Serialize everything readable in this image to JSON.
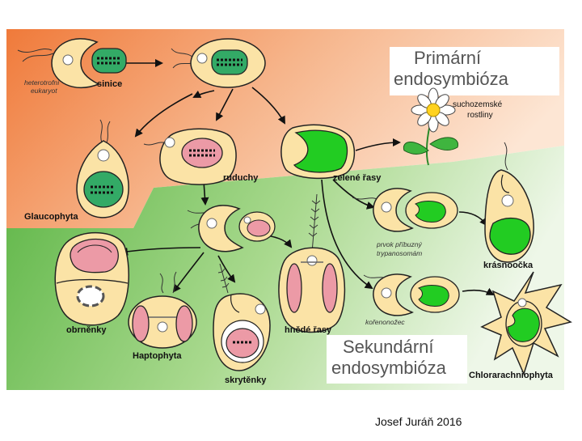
{
  "titles": {
    "primary_line1": "Primární",
    "primary_line2": "endosymbióza",
    "secondary_line1": "Sekundární",
    "secondary_line2": "endosymbióza"
  },
  "labels": {
    "heterotrophic_eukaryote_line1": "heterotrofní",
    "heterotrophic_eukaryote_line2": "eukaryot",
    "cyanobacteria": "sinice",
    "land_plants_line1": "suchozemské",
    "land_plants_line2": "rostliny",
    "red_algae": "ruduchy",
    "green_algae": "zelené řasy",
    "glaucophyta": "Glaucophyta",
    "trypanosome_relative_line1": "prvok příbuzný",
    "trypanosome_relative_line2": "trypanosomám",
    "euglenids": "krásnoočka",
    "oomycetes": "obrněnky",
    "brown_algae": "hnědé řasy",
    "rhizarian": "kořenonožec",
    "haptophyta": "Haptophyta",
    "cryptophytes": "skrytěnky",
    "chlorarachniophyta": "Chlorarachniophyta"
  },
  "credit": "Josef Juráň 2016",
  "colors": {
    "bg_primary_top": "#f07a3a",
    "bg_primary_light": "#fbe0c8",
    "bg_secondary": "#6abf4b",
    "bg_secondary_light": "#e6f3dc",
    "cell_fill": "#fbe3a6",
    "cell_stroke": "#222222",
    "red_plastid": "#ec9aa6",
    "green_plastid": "#22cc22",
    "cyanobacterium": "#33aa66"
  }
}
